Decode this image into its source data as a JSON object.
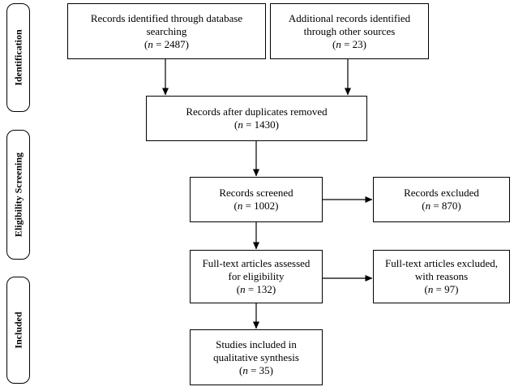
{
  "stages": [
    {
      "id": "identification",
      "label": "Identification"
    },
    {
      "id": "eligibility-screening",
      "label": "Eligibility Screening"
    },
    {
      "id": "included",
      "label": "Included"
    }
  ],
  "boxes": {
    "database": {
      "lines": [
        "Records identified through database",
        "searching"
      ],
      "n": "2487"
    },
    "other_sources": {
      "lines": [
        "Additional records identified",
        "through other sources"
      ],
      "n": "23"
    },
    "duplicates_removed": {
      "lines": [
        "Records after duplicates removed"
      ],
      "n": "1430"
    },
    "screened": {
      "lines": [
        "Records screened"
      ],
      "n": "1002"
    },
    "excluded": {
      "lines": [
        "Records excluded"
      ],
      "n": "870"
    },
    "fulltext_assessed": {
      "lines": [
        "Full-text articles assessed",
        "for eligibility"
      ],
      "n": "132"
    },
    "fulltext_excluded": {
      "lines": [
        "Full-text articles excluded,",
        "with reasons"
      ],
      "n": "97"
    },
    "included": {
      "lines": [
        "Studies included in",
        "qualitative synthesis"
      ],
      "n": "35"
    }
  },
  "n_prefix": "n",
  "n_equals": " = "
}
